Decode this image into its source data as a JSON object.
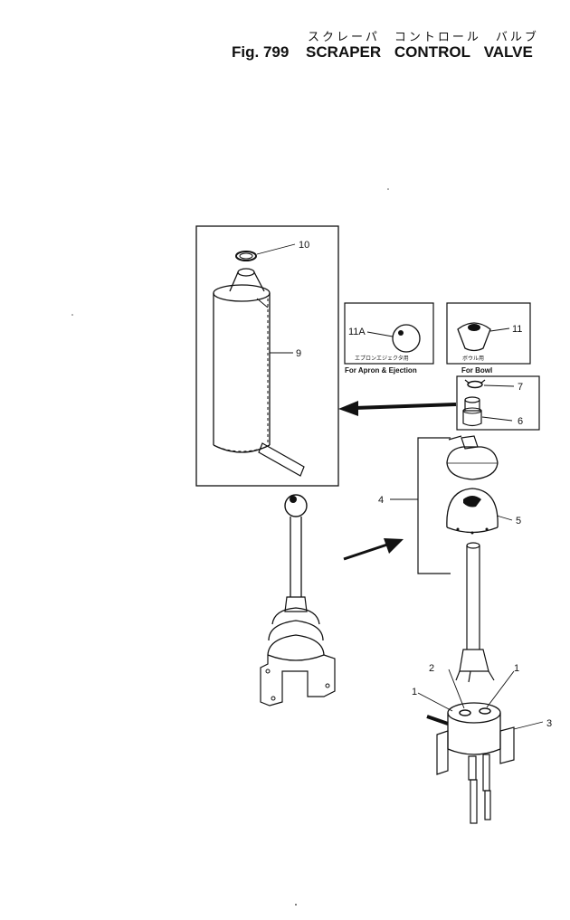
{
  "title": {
    "japanese": "スクレーパ　コントロール　バルブ",
    "figure": "Fig. 799",
    "words": [
      "SCRAPER",
      "CONTROL",
      "VALVE"
    ]
  },
  "callouts": {
    "c1a": "1",
    "c1b": "1",
    "c2": "2",
    "c3": "3",
    "c4": "4",
    "c5": "5",
    "c6": "6",
    "c7": "7",
    "c9": "9",
    "c10": "10",
    "c11": "11",
    "c11a": "11A"
  },
  "knobs": {
    "apron_jp": "エプロンエジェクタ用",
    "apron_caption": "For Apron & Ejection",
    "bowl_jp": "ボウル用",
    "bowl_caption": "For Bowl"
  }
}
